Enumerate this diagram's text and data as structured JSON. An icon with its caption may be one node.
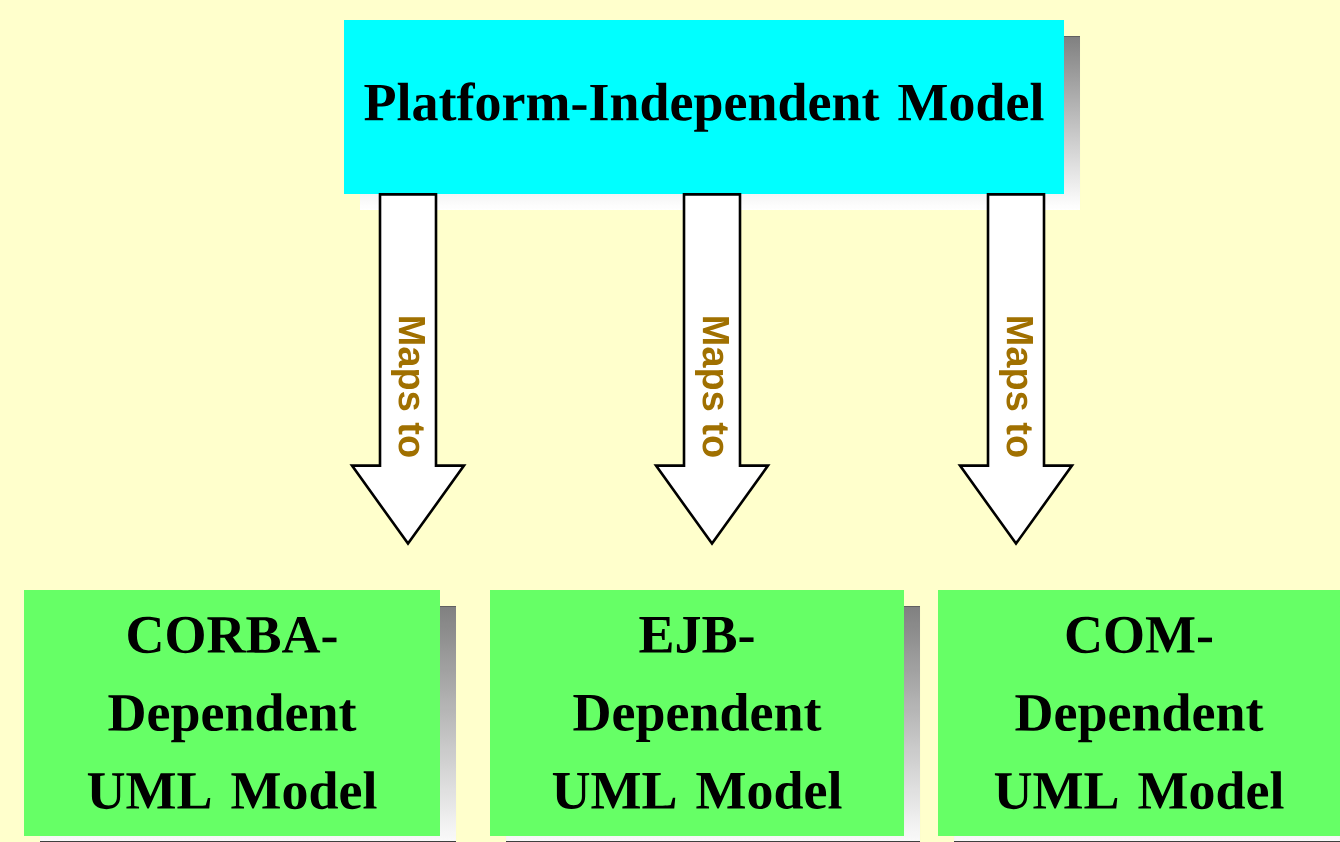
{
  "diagram": {
    "nodes": [
      {
        "text": [
          "Platform-Independent Model"
        ]
      },
      {
        "text": [
          "CORBA- Dependent UML Model"
        ]
      },
      {
        "text": [
          "EJB- Dependent UML Model"
        ]
      },
      {
        "text": [
          "COM- Dependent UML Model"
        ]
      }
    ],
    "edges": [
      {
        "from": 0,
        "to": 1,
        "arrow": "to",
        "label": "Maps to"
      },
      {
        "from": 0,
        "to": 2,
        "arrow": "to",
        "label": "Maps to"
      },
      {
        "from": 0,
        "to": 3,
        "arrow": "to",
        "label": "Maps to"
      }
    ]
  }
}
